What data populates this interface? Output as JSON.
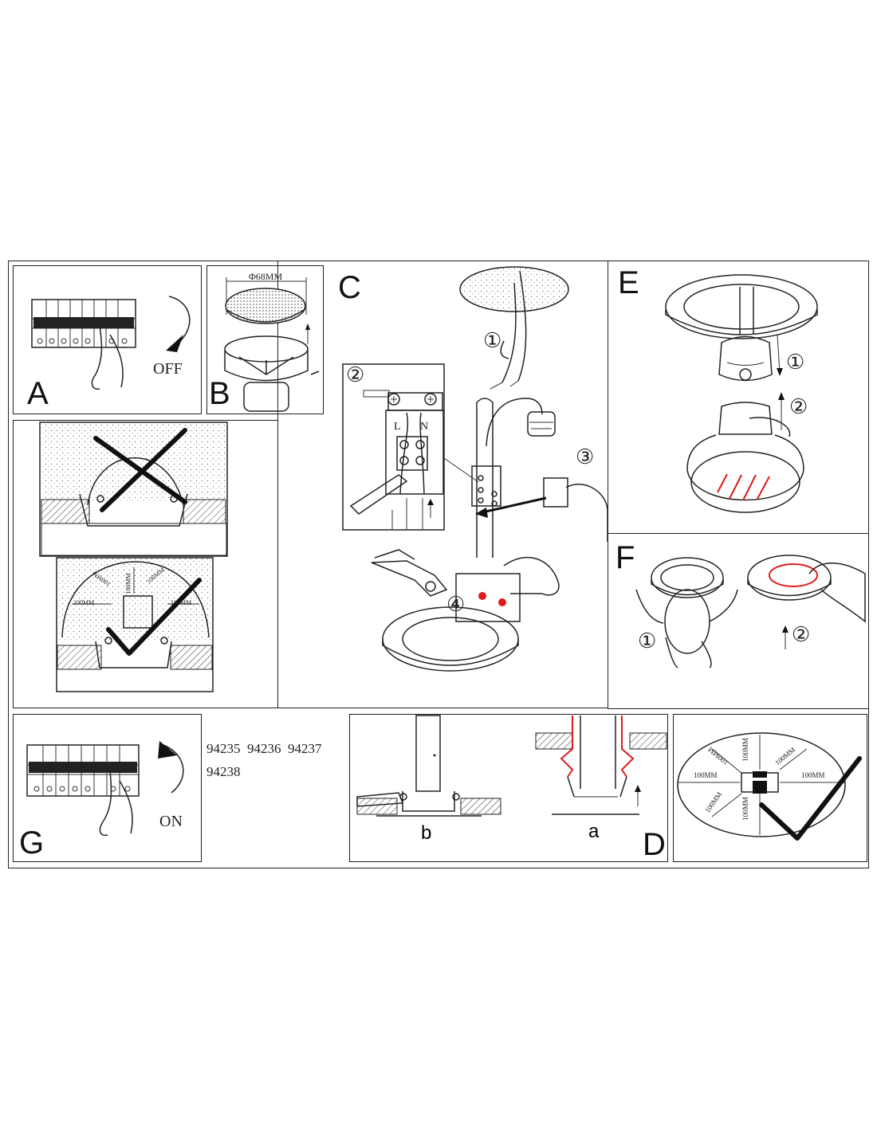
{
  "panels": {
    "a": {
      "letter": "A",
      "caption": "OFF"
    },
    "b": {
      "letter": "B",
      "dimension": "Φ68MM"
    },
    "c": {
      "letter": "C",
      "steps": [
        "①",
        "②",
        "③",
        "④"
      ],
      "terminal_labels": [
        "L",
        "N"
      ]
    },
    "e": {
      "letter": "E",
      "steps": [
        "①",
        "②"
      ]
    },
    "f": {
      "letter": "F",
      "steps": [
        "①",
        "②"
      ]
    },
    "g": {
      "letter": "G",
      "caption": "ON",
      "models_line1": "94235  94236  94237",
      "models_line2": "94238"
    },
    "d": {
      "letter": "D",
      "sub_b": "b",
      "sub_a": "a"
    },
    "clearance": {
      "labels": [
        "100MM",
        "100MM",
        "100MM",
        "100MM",
        "100MM"
      ],
      "oval_labels": [
        "100MM",
        "100MM",
        "100MM",
        "100MM",
        "100MM",
        "100MM",
        "100MM"
      ]
    }
  },
  "icons": {
    "wrong": "cross-mark-icon",
    "right": "check-mark-icon",
    "arrow": "rotation-arrow-icon"
  },
  "colors": {
    "line": "#222222",
    "accent": "#e01b1b",
    "background": "#ffffff"
  }
}
